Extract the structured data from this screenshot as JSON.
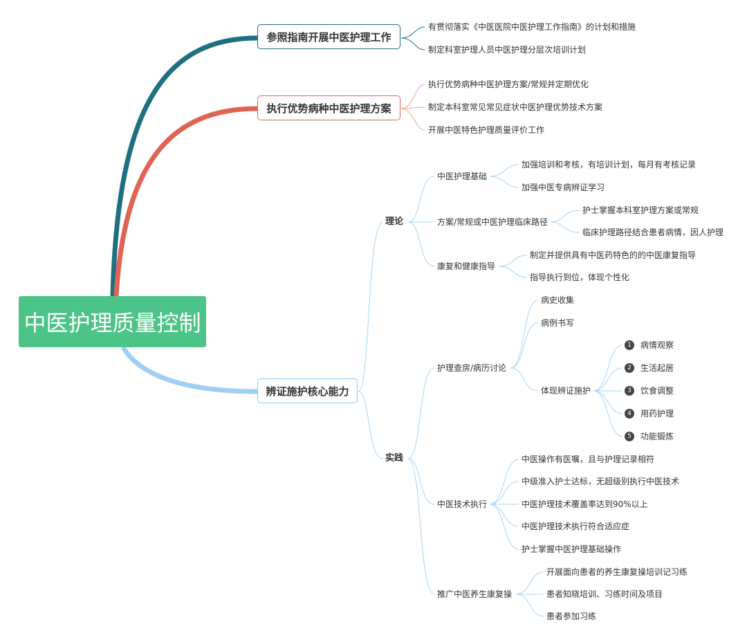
{
  "root": {
    "title": "中医护理质量控制"
  },
  "branches": [
    {
      "label": "参照指南开展中医护理工作",
      "items": [
        "有贯彻落实《中医医院中医护理工作指南》的计划和措施",
        "制定科室护理人员中医护理分层次培训计划"
      ]
    },
    {
      "label": "执行优势病种中医护理方案",
      "items": [
        "执行优势病种中医护理方案/常规并定期优化",
        "制定本科室常见常见症状中医护理优势技术方案",
        "开展中医特色护理质量评价工作"
      ]
    },
    {
      "label": "辨证施护核心能力",
      "theory": {
        "label": "理论",
        "groups": [
          {
            "label": "中医护理基础",
            "items": [
              "加强培训和考核，有培训计划，每月有考核记录",
              "加强中医专病辨证学习"
            ]
          },
          {
            "label": "方案/常规或中医护理临床路径",
            "items": [
              "护士掌握本科室护理方案或常规",
              "临床护理路径结合患者病情，因人护理"
            ]
          },
          {
            "label": "康复和健康指导",
            "items": [
              "制定并提供具有中医药特色的的中医康复指导",
              "指导执行到位，体现个性化"
            ]
          }
        ]
      },
      "practice": {
        "label": "实践",
        "rounds": {
          "label": "护理查房/病历讨论",
          "items": [
            "病史收集",
            "病例书写"
          ],
          "sub": {
            "label": "体现辨证施护",
            "items": [
              {
                "num": "1",
                "text": "病情观察"
              },
              {
                "num": "2",
                "text": "生活起居"
              },
              {
                "num": "3",
                "text": "饮食调整"
              },
              {
                "num": "4",
                "text": "用药护理"
              },
              {
                "num": "5",
                "text": "功能锻炼"
              }
            ]
          }
        },
        "tech": {
          "label": "中医技术执行",
          "items": [
            "中医操作有医嘱，且与护理记录相符",
            "中级准入护士达标，无超级别执行中医技术",
            "中医护理技术覆盖率达到90%以上",
            "中医护理技术执行符合适应症",
            "护士掌握中医护理基础操作"
          ]
        },
        "rehab": {
          "label": "推广中医养生康复操",
          "items": [
            "开展面向患者的养生康复操培训记习练",
            "患者知晓培训、习练时间及项目",
            "患者参加习练"
          ]
        }
      }
    }
  ],
  "colors": {
    "root": "#4dc487",
    "branch1": "#1e6f80",
    "branch2": "#e06353",
    "branch3": "#9fcff2",
    "thin": "#f0a090",
    "thin_blue": "#a8d4f2"
  }
}
